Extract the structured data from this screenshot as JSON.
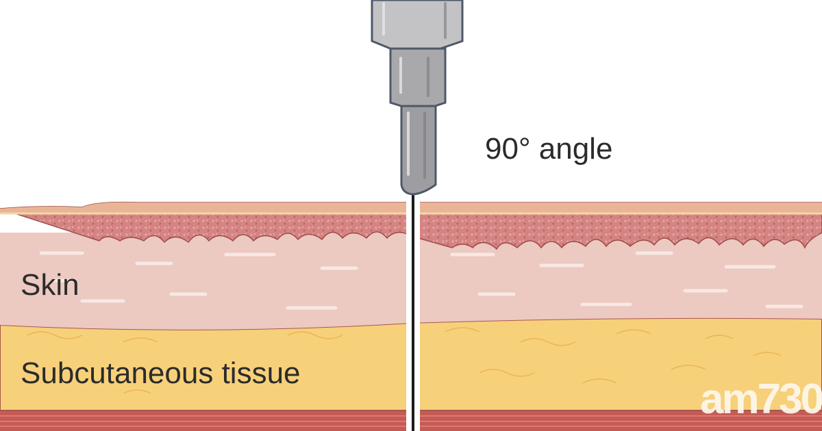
{
  "labels": {
    "angle": "90° angle",
    "skin": "Skin",
    "subcutaneous": "Subcutaneous tissue"
  },
  "watermark": "am730",
  "colors": {
    "epidermis_top": "#e9b596",
    "epidermis": "#d27a78",
    "dermis": "#ecc9c1",
    "fat": "#f7d07a",
    "muscle": "#c65b55",
    "needle": "#1a1a1a",
    "pen_body": "#b9b9bc",
    "pen_outline": "#4e5868"
  }
}
